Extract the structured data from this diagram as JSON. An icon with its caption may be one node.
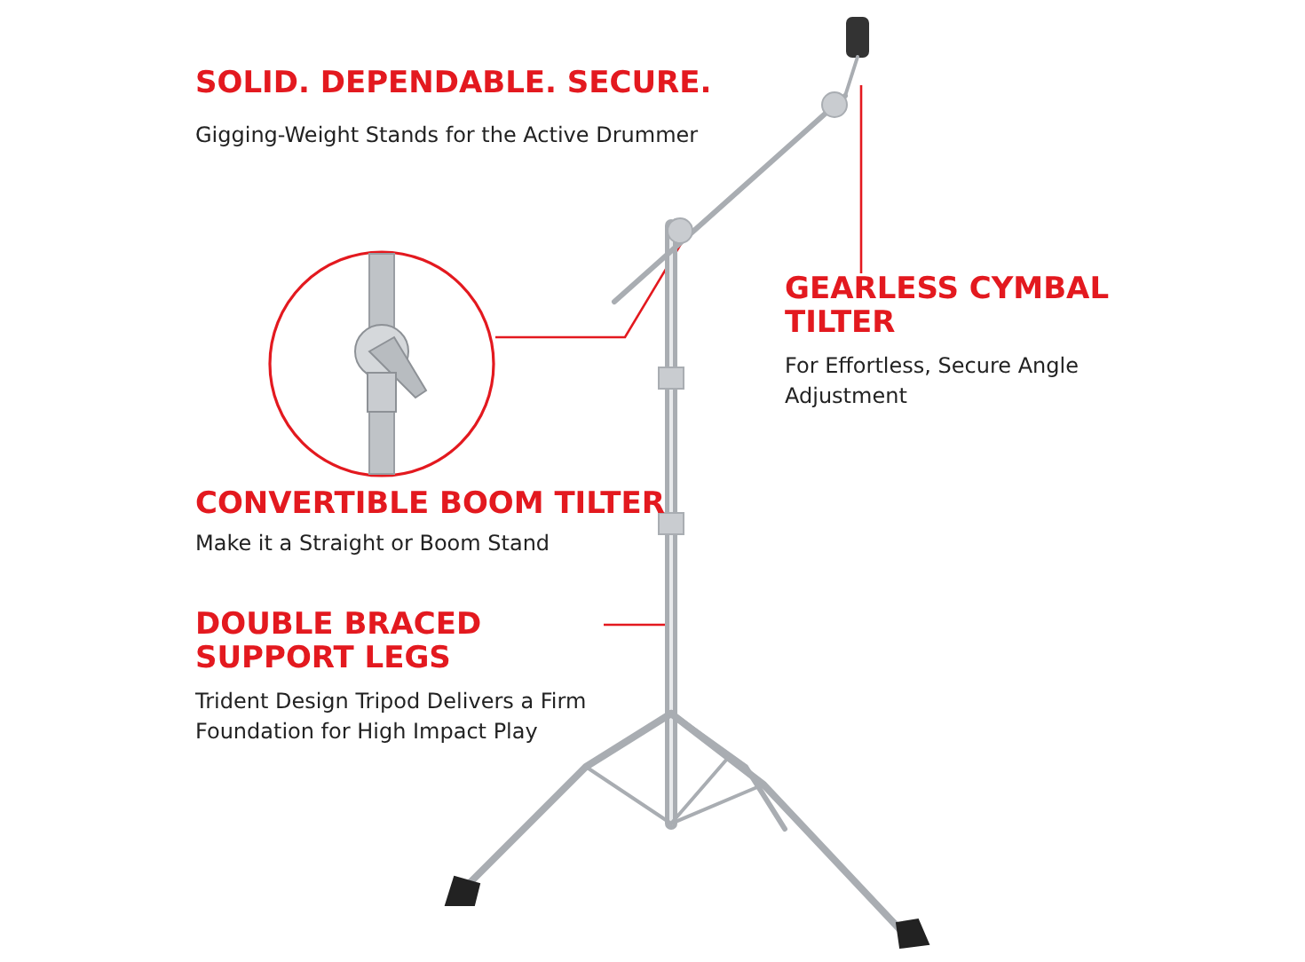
{
  "diagram": {
    "title": "SOLID. DEPENDABLE. SECURE.",
    "nodes": [
      {
        "text": [],
        "shape": "picture"
      },
      {
        "text": [],
        "shape": "picture"
      },
      {
        "text": [
          "GEARLESS CYMBAL TILTER",
          "For Effortless, Secure Angle Adjustment"
        ]
      },
      {
        "text": [
          "DOUBLE BRACED SUPPORT LEGS",
          "Trident Design Tripod Delivers a Firm Foundation for High Impact Play"
        ]
      }
    ],
    "edges": [
      {
        "from": 1,
        "to": 0,
        "arrow": "none"
      },
      {
        "from": 2,
        "to": 0,
        "arrow": "none"
      },
      {
        "from": 3,
        "to": 0,
        "arrow": "none"
      }
    ],
    "labels": [
      "Gigging-Weight Stands for the Active Drummer",
      "CONVERTIBLE BOOM TILTER",
      "Make it a Straight or Boom Stand"
    ]
  }
}
